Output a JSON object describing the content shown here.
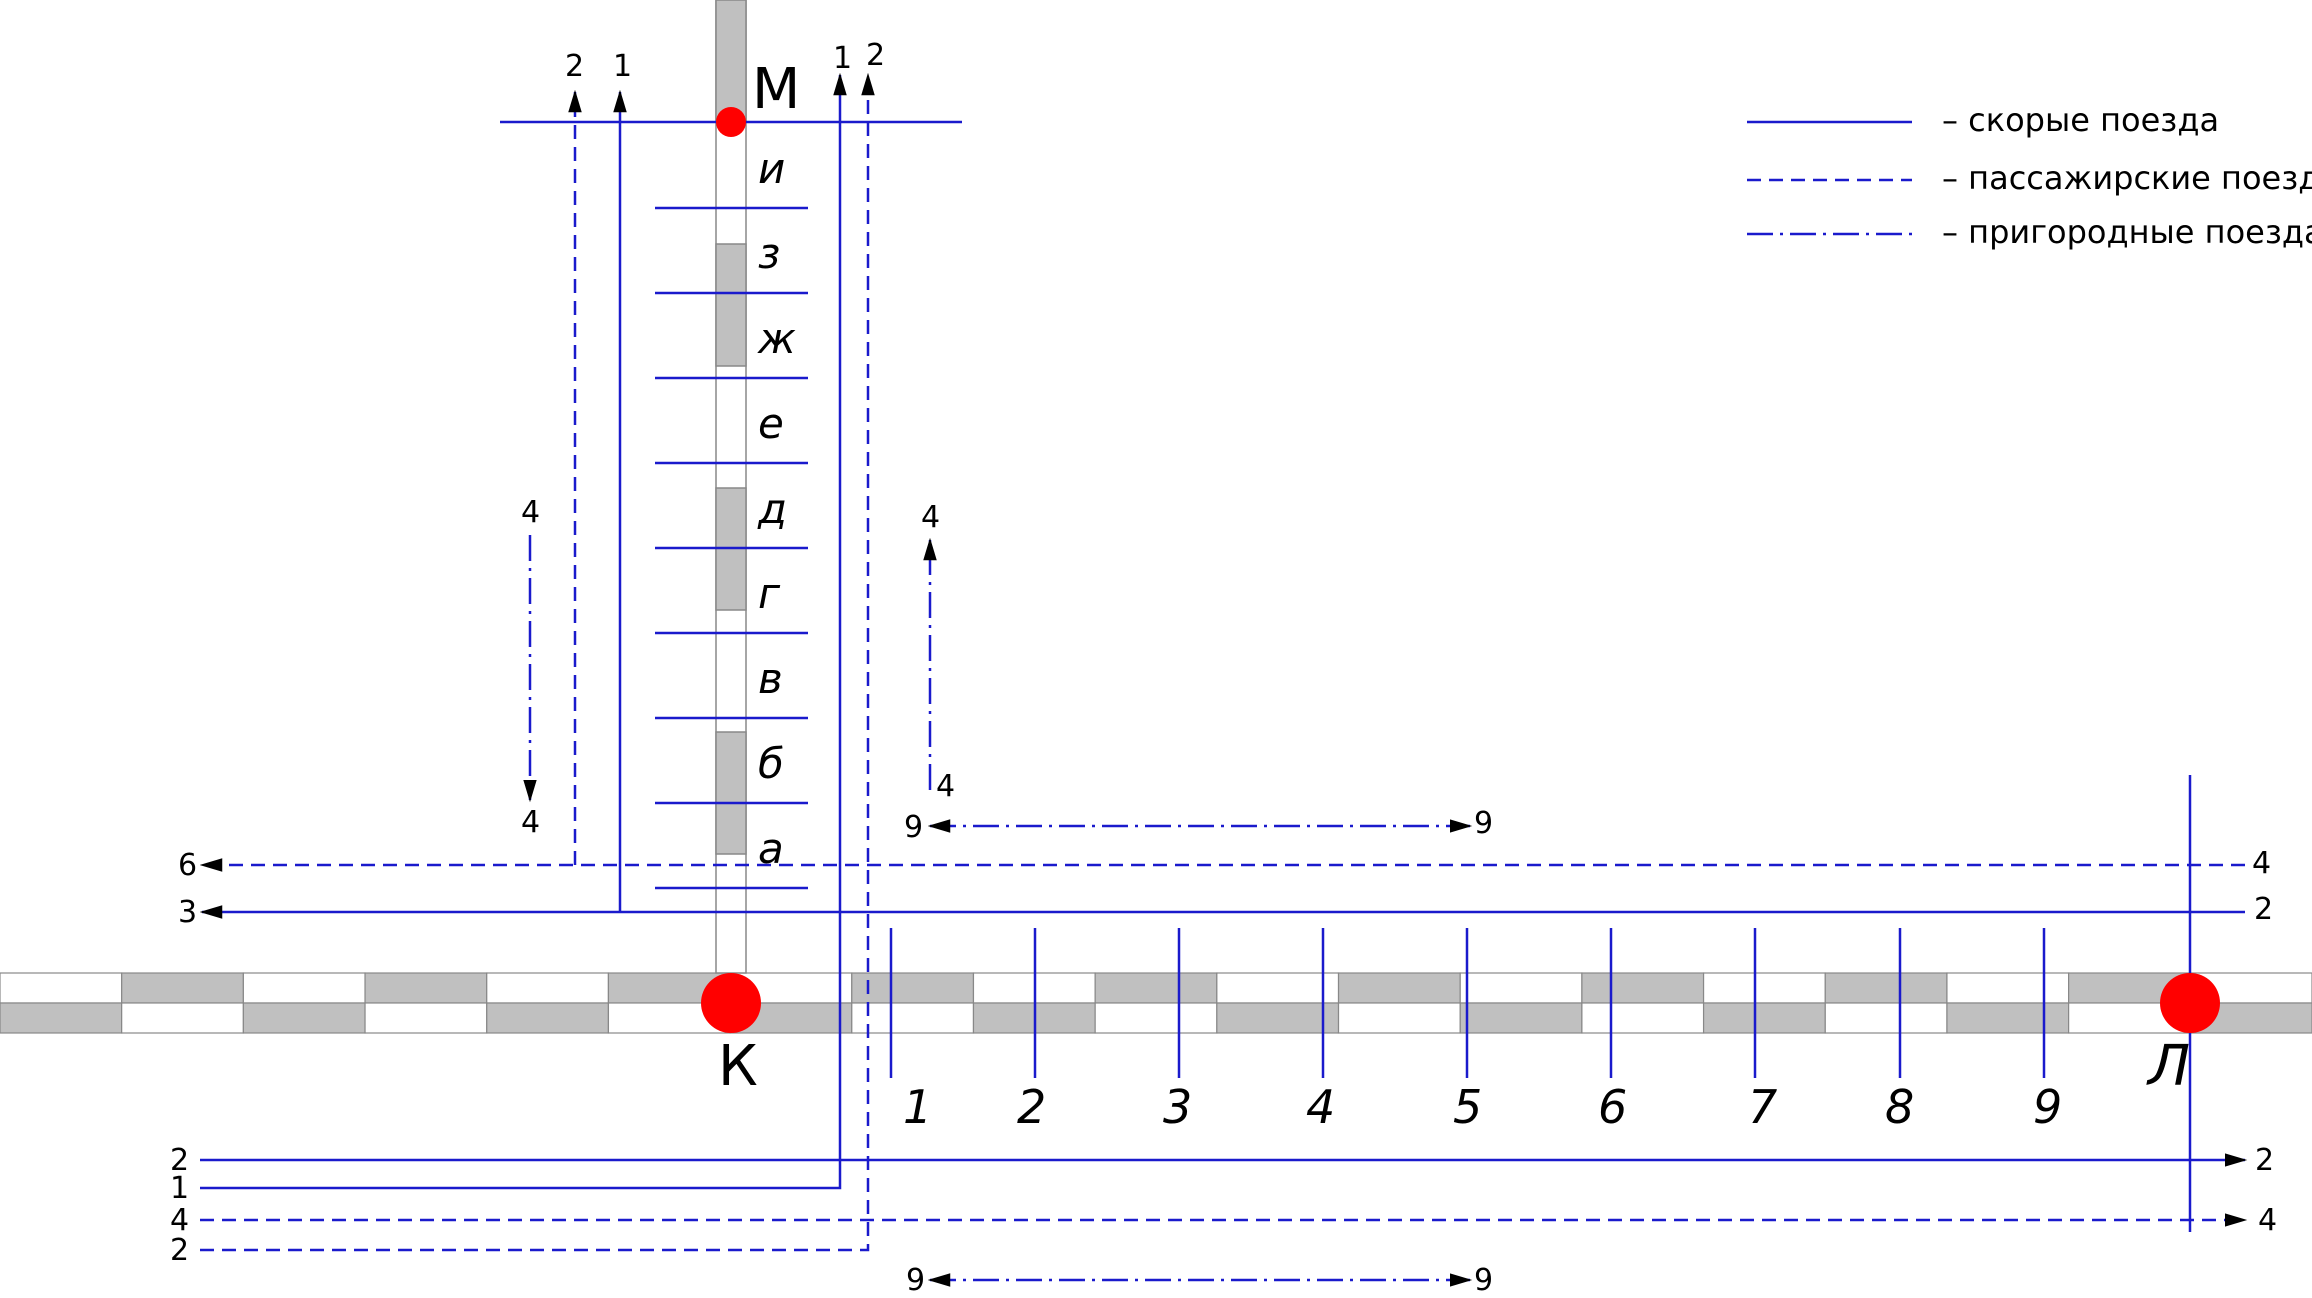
{
  "stations": {
    "M": "М",
    "K": "К",
    "L": "Л"
  },
  "colors": {
    "station": "#ff0000",
    "line": "#1a1acc",
    "block_grey": "#c0c0c0"
  },
  "vertical_segments": [
    "и",
    "з",
    "ж",
    "е",
    "д",
    "г",
    "в",
    "б",
    "а"
  ],
  "horizontal_segments": [
    "1",
    "2",
    "3",
    "4",
    "5",
    "6",
    "7",
    "8",
    "9"
  ],
  "legend": [
    {
      "style": "solid",
      "label": "– скорые поезда"
    },
    {
      "style": "dashed",
      "label": "– пассажирские поезда"
    },
    {
      "style": "dashdot",
      "label": "– пригородные поезда"
    }
  ],
  "route_labels": {
    "top_left_pass": "2",
    "top_left_fast": "1",
    "top_right_fast": "1",
    "top_right_pass": "2",
    "left_sub_top": "4",
    "left_sub_bottom": "4",
    "mid_sub_top": "4",
    "mid_sub_bottom": "4",
    "upper_sub_left": "9",
    "upper_sub_right": "9",
    "row6_left": "6",
    "row6_right": "4",
    "row3_left": "3",
    "row3_right": "2",
    "b1_left": "2",
    "b1_right": "2",
    "b2_left": "1",
    "b3_left": "4",
    "b3_right": "4",
    "b4_left": "2",
    "lower_sub_left": "9",
    "lower_sub_right": "9"
  }
}
